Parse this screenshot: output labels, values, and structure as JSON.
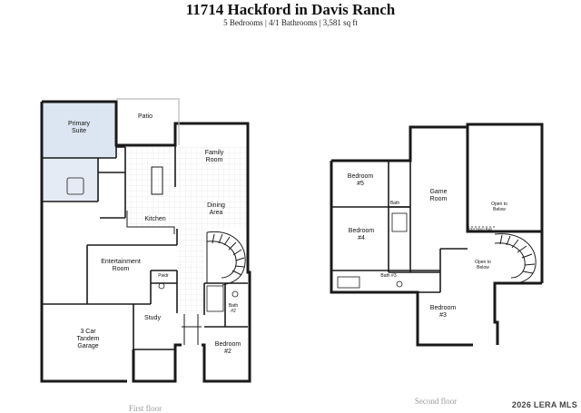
{
  "header": {
    "title": "11714 Hackford in Davis Ranch",
    "subtitle": "5 Bedrooms | 4/1 Bathrooms | 3,581 sq ft"
  },
  "first_floor": {
    "caption": "First floor",
    "rooms": {
      "patio": "Patio",
      "primary_suite": "Primary\nSuite",
      "family_room": "Family\nRoom",
      "kitchen": "Kitchen",
      "dining_area": "Dining\nArea",
      "entertainment_room": "Entertainment\nRoom",
      "powder": "Pwdr",
      "garage": "3 Car\nTandem\nGarage",
      "study": "Study",
      "bath_2": "Bath\n#2",
      "bedroom_2": "Bedroom\n#2"
    }
  },
  "second_floor": {
    "caption": "Second floor",
    "rooms": {
      "bedroom_5": "Bedroom\n#5",
      "game_room": "Game\nRoom",
      "bath": "Bath",
      "open_below_1": "Open to\nBelow",
      "opt_open_rail": "Opt Open Rail",
      "bedroom_4": "Bedroom\n#4",
      "open_below_2": "Open to\nBelow",
      "bath_3": "Bath #3",
      "bedroom_3": "Bedroom\n#3"
    }
  },
  "watermark": "2026 LERA MLS",
  "colors": {
    "primary_suite_fill": "#dce6f2",
    "wall": "#1a1a1a",
    "hatch": "#cfd8e3"
  }
}
